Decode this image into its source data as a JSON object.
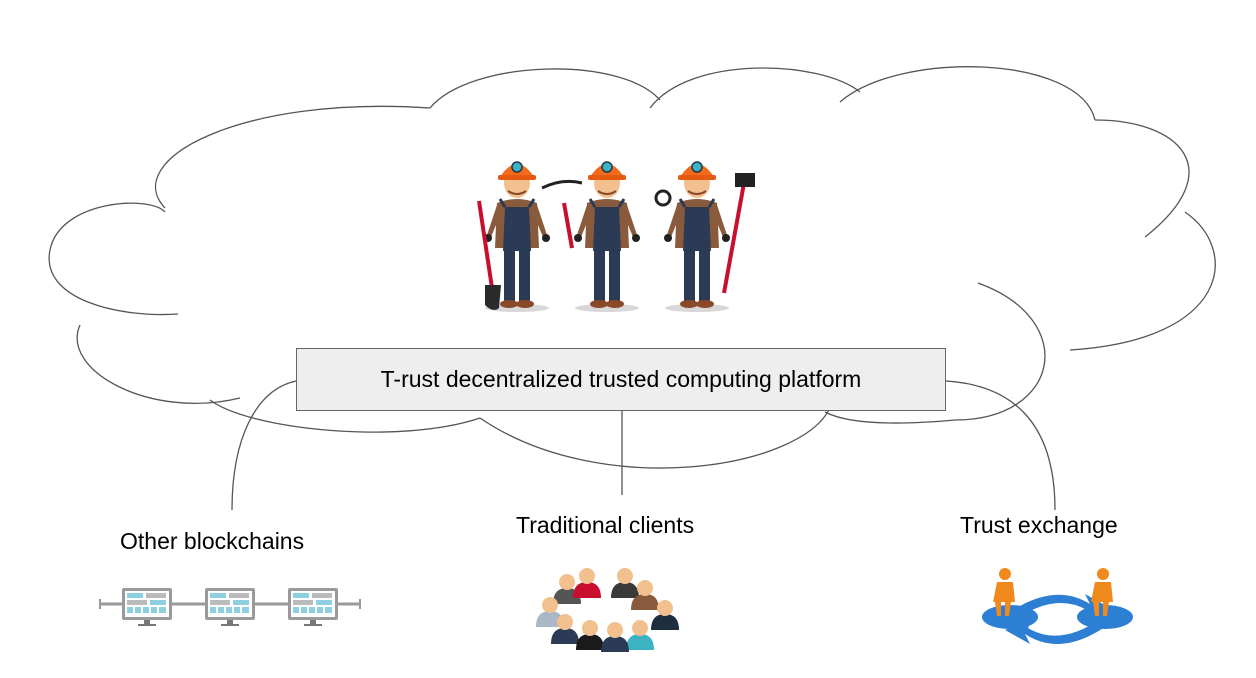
{
  "platform": {
    "label": "T-rust decentralized trusted computing platform"
  },
  "nodes": [
    {
      "id": "other",
      "label": "Other blockchains",
      "icon": "blockchain-icon"
    },
    {
      "id": "clients",
      "label": "Traditional clients",
      "icon": "people-group-icon"
    },
    {
      "id": "exchange",
      "label": "Trust exchange",
      "icon": "exchange-icon"
    }
  ],
  "miners": {
    "icon": "miner-icon",
    "count": 3
  },
  "colors": {
    "cloud_stroke": "#555555",
    "box_fill": "#eeeeee",
    "helmet": "#f26a1b",
    "overalls": "#2b3a55",
    "shirt": "#8a5a3c",
    "tool_handle": "#c8102e",
    "monitor_screen": "#b9e3ee",
    "exchange_blue": "#2d7fd3",
    "figure_orange": "#f08a1c"
  }
}
